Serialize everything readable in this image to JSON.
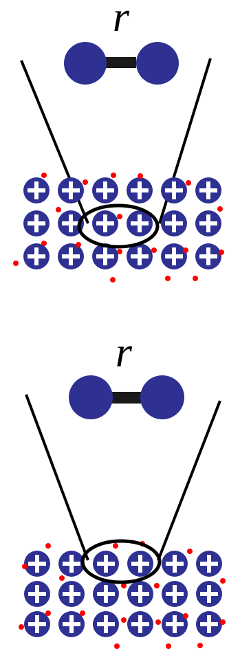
{
  "panels": [
    {
      "label": "r",
      "lattice_rows": 3,
      "lattice_cols": 6
    },
    {
      "label": "r",
      "lattice_rows": 3,
      "lattice_cols": 6
    }
  ],
  "colors": {
    "atom": "#2e3192",
    "bond": "#1a1a1a",
    "electron": "#ff0000",
    "lines": "#000000",
    "plus": "#ffffff"
  },
  "icons": {
    "ion": "positive-ion-icon",
    "electron": "electron-dot-icon",
    "molecule": "diatomic-molecule-icon"
  }
}
